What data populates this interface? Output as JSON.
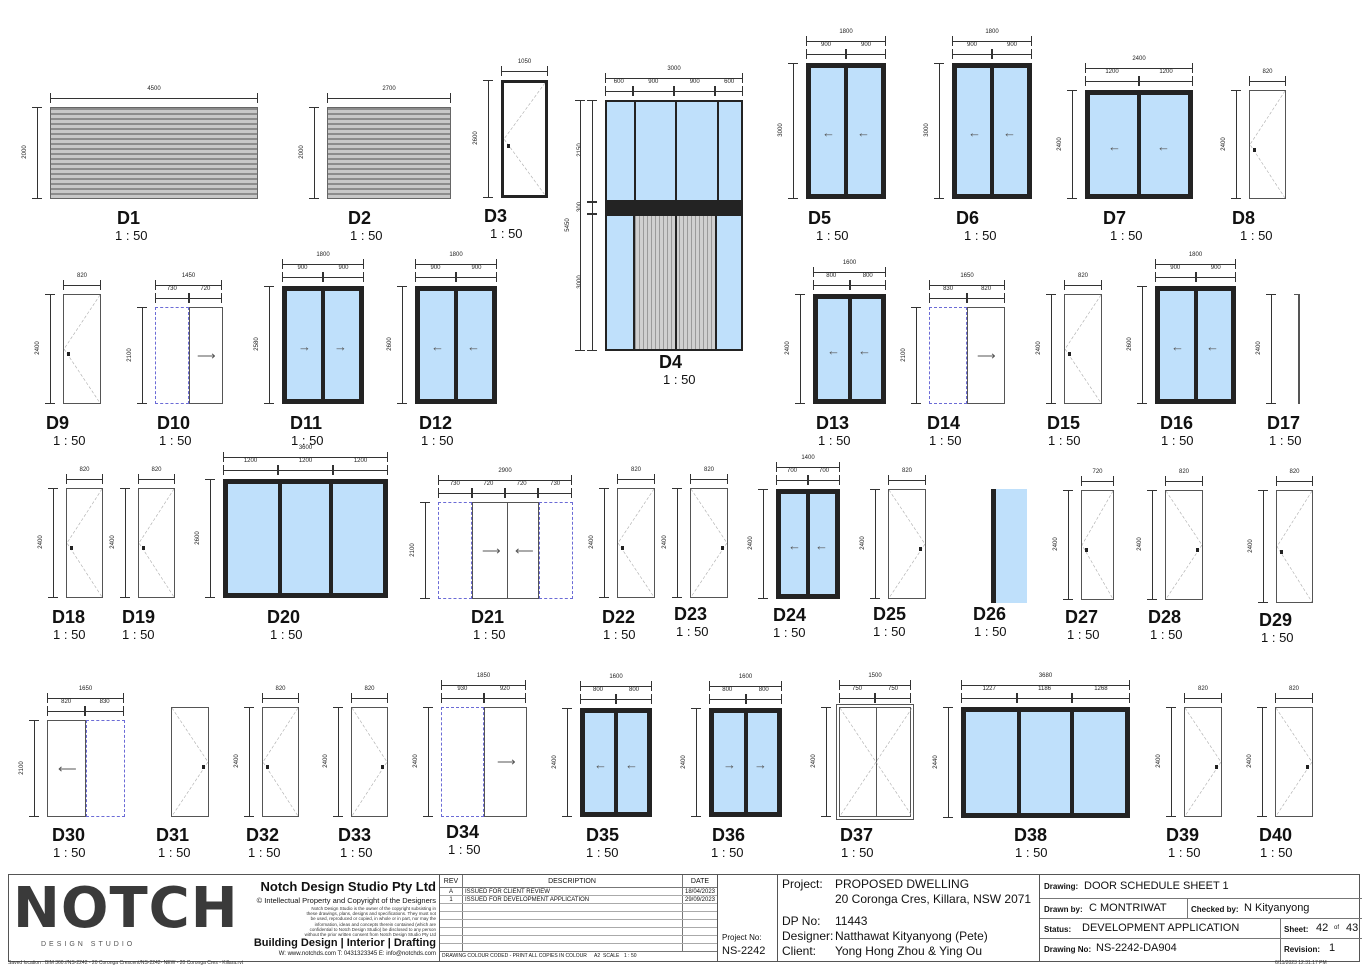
{
  "doors": [
    {
      "id": "D1",
      "scale": "1 : 50",
      "width": "4500",
      "height": "2000"
    },
    {
      "id": "D2",
      "scale": "1 : 50",
      "width": "2700",
      "height": "2000"
    },
    {
      "id": "D3",
      "scale": "1 : 50",
      "width": "1050",
      "height": "2600"
    },
    {
      "id": "D4",
      "scale": "1 : 50",
      "width": "3000",
      "parts": [
        "600",
        "900",
        "900",
        "600"
      ],
      "heights": [
        "2150",
        "300",
        "3000"
      ],
      "total_height": "5450"
    },
    {
      "id": "D5",
      "scale": "1 : 50",
      "width": "1800",
      "parts": [
        "900",
        "900"
      ],
      "height": "3000"
    },
    {
      "id": "D6",
      "scale": "1 : 50",
      "width": "1800",
      "parts": [
        "900",
        "900"
      ],
      "height": "3000"
    },
    {
      "id": "D7",
      "scale": "1 : 50",
      "width": "2400",
      "parts": [
        "1200",
        "1200"
      ],
      "height": "2400"
    },
    {
      "id": "D8",
      "scale": "1 : 50",
      "width": "820",
      "height": "2400"
    },
    {
      "id": "D9",
      "scale": "1 : 50",
      "width": "820",
      "height": "2400"
    },
    {
      "id": "D10",
      "scale": "1 : 50",
      "width": "1450",
      "parts": [
        "730",
        "720"
      ],
      "height": "2100"
    },
    {
      "id": "D11",
      "scale": "1 : 50",
      "width": "1800",
      "parts": [
        "900",
        "900"
      ],
      "height": "2580"
    },
    {
      "id": "D12",
      "scale": "1 : 50",
      "width": "1800",
      "parts": [
        "900",
        "900"
      ],
      "height": "2600"
    },
    {
      "id": "D13",
      "scale": "1 : 50",
      "width": "1600",
      "parts": [
        "800",
        "800"
      ],
      "height": "2400"
    },
    {
      "id": "D14",
      "scale": "1 : 50",
      "width": "1650",
      "parts": [
        "830",
        "820"
      ],
      "height": "2100"
    },
    {
      "id": "D15",
      "scale": "1 : 50",
      "width": "820",
      "height": "2400"
    },
    {
      "id": "D16",
      "scale": "1 : 50",
      "width": "1800",
      "parts": [
        "900",
        "900"
      ],
      "height": "2600"
    },
    {
      "id": "D17",
      "scale": "1 : 50",
      "height": "2400"
    },
    {
      "id": "D18",
      "scale": "1 : 50",
      "width": "820",
      "height": "2400"
    },
    {
      "id": "D19",
      "scale": "1 : 50",
      "width": "820",
      "height": "2400"
    },
    {
      "id": "D20",
      "scale": "1 : 50",
      "width": "3600",
      "parts": [
        "1200",
        "1200",
        "1200"
      ],
      "height": "2600"
    },
    {
      "id": "D21",
      "scale": "1 : 50",
      "width": "2900",
      "parts": [
        "730",
        "720",
        "720",
        "730"
      ],
      "height": "2100"
    },
    {
      "id": "D22",
      "scale": "1 : 50",
      "width": "820",
      "height": "2400"
    },
    {
      "id": "D23",
      "scale": "1 : 50",
      "width": "820",
      "height": "2400"
    },
    {
      "id": "D24",
      "scale": "1 : 50",
      "width": "1400",
      "parts": [
        "700",
        "700"
      ],
      "height": "2400"
    },
    {
      "id": "D25",
      "scale": "1 : 50",
      "width": "820",
      "height": "2400"
    },
    {
      "id": "D26",
      "scale": "1 : 50"
    },
    {
      "id": "D27",
      "scale": "1 : 50",
      "width": "720",
      "height": "2400"
    },
    {
      "id": "D28",
      "scale": "1 : 50",
      "width": "820",
      "height": "2400"
    },
    {
      "id": "D29",
      "scale": "1 : 50",
      "width": "820",
      "height": "2400"
    },
    {
      "id": "D30",
      "scale": "1 : 50",
      "width": "1650",
      "parts": [
        "820",
        "830"
      ],
      "height": "2100"
    },
    {
      "id": "D31",
      "scale": "1 : 50"
    },
    {
      "id": "D32",
      "scale": "1 : 50",
      "width": "820",
      "height": "2400"
    },
    {
      "id": "D33",
      "scale": "1 : 50",
      "width": "820",
      "height": "2400"
    },
    {
      "id": "D34",
      "scale": "1 : 50",
      "width": "1850",
      "parts": [
        "930",
        "920"
      ],
      "height": "2400"
    },
    {
      "id": "D35",
      "scale": "1 : 50",
      "width": "1600",
      "parts": [
        "800",
        "800"
      ],
      "height": "2400"
    },
    {
      "id": "D36",
      "scale": "1 : 50",
      "width": "1600",
      "parts": [
        "800",
        "800"
      ],
      "height": "2400"
    },
    {
      "id": "D37",
      "scale": "1 : 50",
      "width": "1500",
      "parts": [
        "750",
        "750"
      ],
      "height": "2400"
    },
    {
      "id": "D38",
      "scale": "1 : 50",
      "width": "3680",
      "parts": [
        "1227",
        "1186",
        "1268"
      ],
      "height": "2440"
    },
    {
      "id": "D39",
      "scale": "1 : 50",
      "width": "820",
      "height": "2400"
    },
    {
      "id": "D40",
      "scale": "1 : 50",
      "width": "820",
      "height": "2400"
    }
  ],
  "title_block": {
    "logo": "NOTCH",
    "logo_sub": "DESIGN STUDIO",
    "company": "Notch Design Studio Pty Ltd",
    "copyright": "© Intellectual Property and Copyright of the Designers",
    "disclaimer": "Notch Design Studio is the owner of the copyright subsisting in these drawings, plans, designs and specifications. They must not be used, reproduced or copied, in whole or in part, nor may the information, ideas and concepts therein contained (which are confidential to Notch Design Studio) be disclosed to any person without the prior written consent from Notch Design Studio Pty Ltd",
    "services": "Building Design | Interior | Drafting",
    "contact": "W: www.notchds.com  T: 0431323345  E: info@notchds.com",
    "saved_location": "Saved location : BIM 360://NS-2242 - 20 Coronga Crescent/NS-2242- NEW - 20 Coronga Cres - Killara.rvt",
    "rev_header": {
      "rev": "REV",
      "description": "DESCRIPTION",
      "date": "DATE"
    },
    "revisions": [
      {
        "rev": "A",
        "description": "ISSUED FOR CLIENT REVIEW",
        "date": "18/04/2023"
      },
      {
        "rev": "1",
        "description": "ISSUED FOR DEVELOPMENT APPLICATION",
        "date": "29/09/2023"
      }
    ],
    "colour_note": "DRAWING COLOUR CODED - PRINT ALL COPIES IN COLOUR",
    "paper": "A2",
    "scale_label": "SCALE",
    "scale_value": "1 : 50",
    "project_no_label": "Project No:",
    "project_no": "NS-2242",
    "project_label": "Project:",
    "project_name": "PROPOSED DWELLING",
    "project_address": "20 Coronga Cres, Killara, NSW 2071",
    "dp_label": "DP No:",
    "dp_no": "11443",
    "designer_label": "Designer:",
    "designer": "Natthawat Kityanyong (Pete)",
    "client_label": "Client:",
    "client": "Yong Hong Zhou & Ying Ou",
    "drawing_label": "Drawing:",
    "drawing": "DOOR SCHEDULE SHEET 1",
    "drawn_by_label": "Drawn by:",
    "drawn_by": "C MONTRIWAT",
    "checked_by_label": "Checked by:",
    "checked_by": "N Kityanyong",
    "status_label": "Status:",
    "status": "DEVELOPMENT APPLICATION",
    "sheet_label": "Sheet:",
    "sheet": "42",
    "sheet_of": "of",
    "sheet_total": "43",
    "drawing_no_label": "Drawing No:",
    "drawing_no": "NS-2242-DA904",
    "revision_label": "Revision:",
    "revision": "1",
    "timestamp": "6/11/2023 12:31:17 PM"
  },
  "colors": {
    "glass": "#bfe0fb",
    "frame": "#232323",
    "garage": "#8c8c8c",
    "dashed": "#6b6bd6"
  }
}
